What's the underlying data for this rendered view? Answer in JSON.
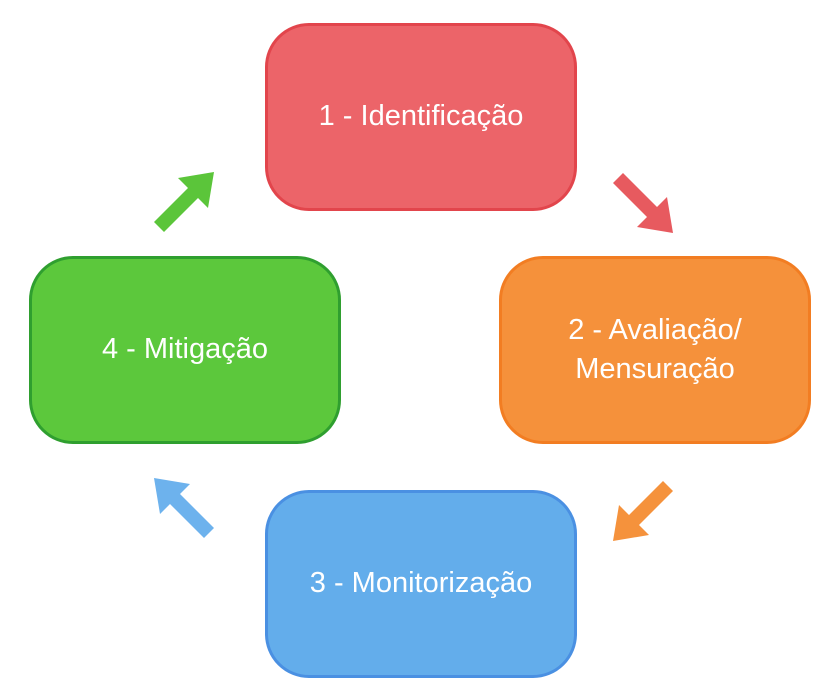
{
  "steps": [
    {
      "label": "1 - Identificação",
      "fill": "#ec6469",
      "border": "#e2454c"
    },
    {
      "label": "2 - Avaliação/\nMensuração",
      "fill": "#f5913b",
      "border": "#f27d22"
    },
    {
      "label": "3 - Monitorização",
      "fill": "#63adeb",
      "border": "#4a90e2"
    },
    {
      "label": "4 - Mitigação",
      "fill": "#5cc83c",
      "border": "#2f9f2f"
    }
  ],
  "arrows": [
    {
      "from": "1",
      "to": "2",
      "direction": "down-right",
      "color": "#e75a5f"
    },
    {
      "from": "2",
      "to": "3",
      "direction": "down-left",
      "color": "#f5923c"
    },
    {
      "from": "3",
      "to": "4",
      "direction": "up-left",
      "color": "#6db2ed"
    },
    {
      "from": "4",
      "to": "1",
      "direction": "up-right",
      "color": "#5bc53a"
    }
  ]
}
